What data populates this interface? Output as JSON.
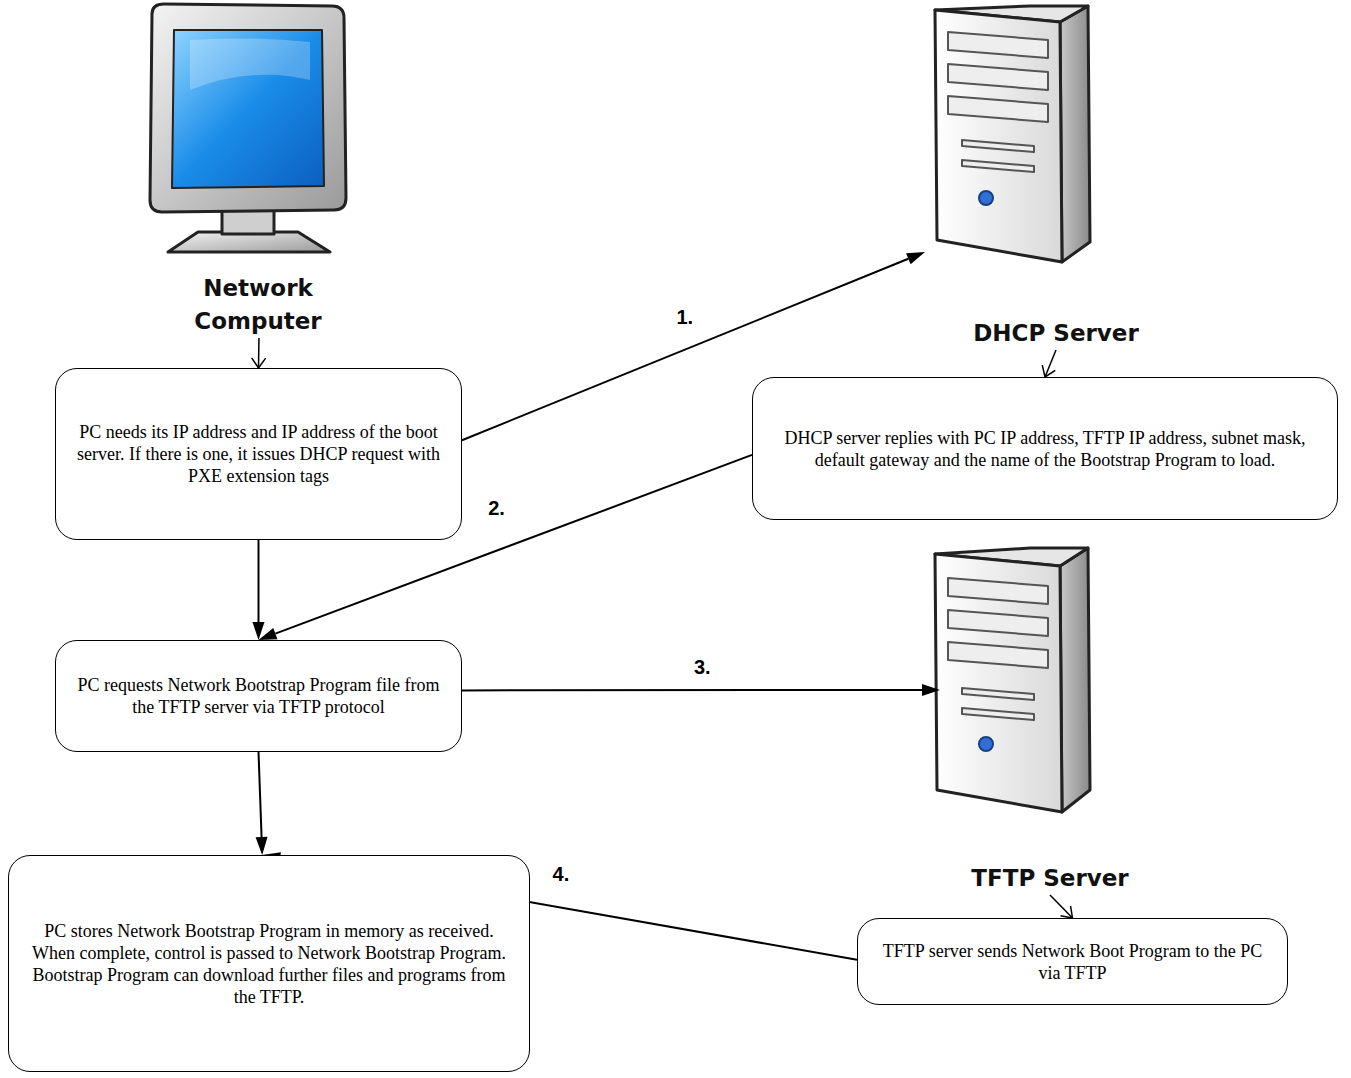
{
  "diagram": {
    "nodes": [
      {
        "text": [
          "Network Computer"
        ]
      },
      {
        "text": [
          "PC needs its IP address and IP address of the boot server. If there is one, it issues DHCP request with PXE extension tags"
        ]
      },
      {
        "text": [
          "DHCP Server"
        ]
      },
      {
        "text": [
          "DHCP server replies with PC IP address, TFTP IP address, subnet mask, default gateway and the name of the Bootstrap Program to load."
        ]
      },
      {
        "text": [
          "PC requests Network Bootstrap Program file from the TFTP server via TFTP protocol"
        ]
      },
      {
        "text": [
          "TFTP Server"
        ]
      },
      {
        "text": [
          "TFTP server sends Network Boot Program to the PC via TFTP"
        ]
      },
      {
        "text": [
          "PC stores Network Bootstrap Program in memory as received. When complete, control is passed to Network Bootstrap Program. Bootstrap Program can download further files and programs from the TFTP."
        ]
      }
    ],
    "edges": [
      {
        "from": 0,
        "to": 1,
        "arrow": "to"
      },
      {
        "from": 1,
        "to": 2,
        "label": "1.",
        "arrow": "to"
      },
      {
        "from": 2,
        "to": 3,
        "arrow": "to"
      },
      {
        "from": 3,
        "to": 4,
        "label": "2.",
        "arrow": "to"
      },
      {
        "from": 1,
        "to": 4,
        "arrow": "to"
      },
      {
        "from": 4,
        "to": 5,
        "label": "3.",
        "arrow": "to"
      },
      {
        "from": 5,
        "to": 6,
        "arrow": "to"
      },
      {
        "from": 6,
        "to": 7,
        "label": "4.",
        "arrow": "to"
      },
      {
        "from": 4,
        "to": 7,
        "arrow": "to"
      }
    ]
  }
}
